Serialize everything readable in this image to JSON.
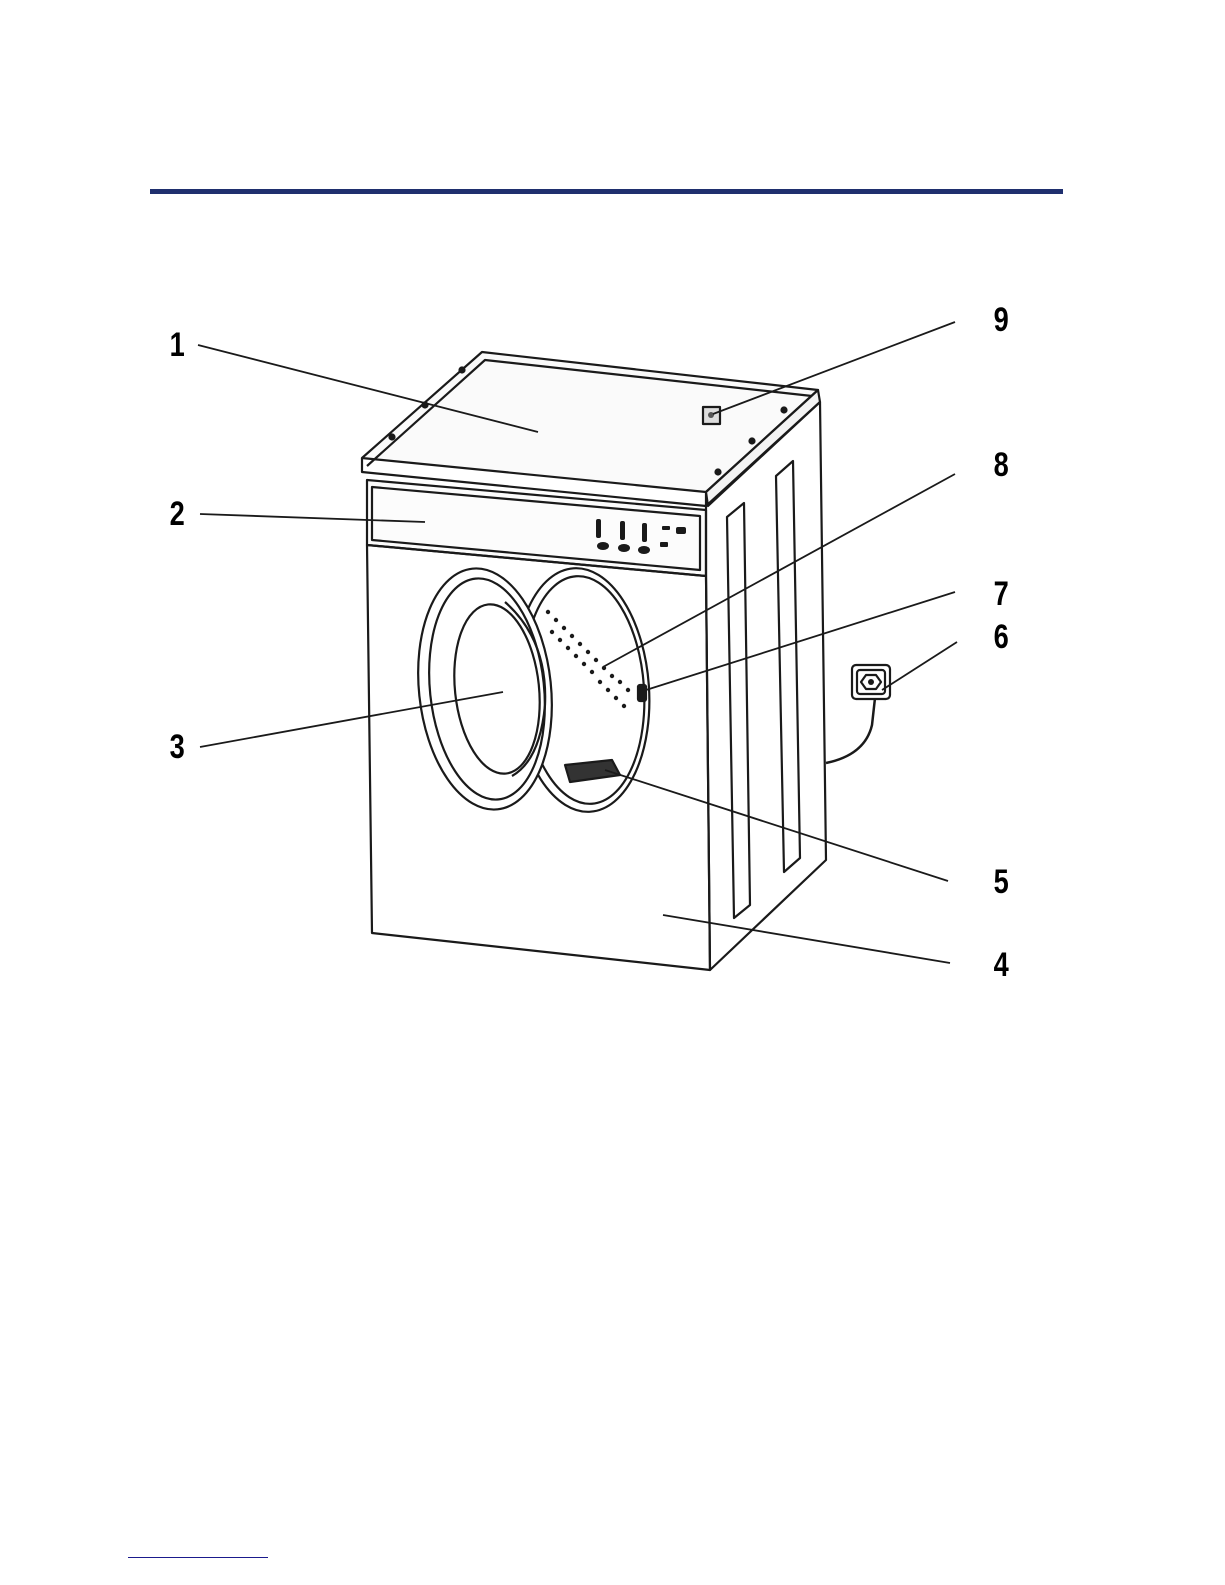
{
  "colors": {
    "header_rule": "#1f2f6e",
    "line": "#1a1a1a",
    "background": "#ffffff"
  },
  "diagram": {
    "subject": "front-loading appliance with numbered parts",
    "callouts": [
      {
        "id": "1",
        "label": "1"
      },
      {
        "id": "2",
        "label": "2"
      },
      {
        "id": "3",
        "label": "3"
      },
      {
        "id": "4",
        "label": "4"
      },
      {
        "id": "5",
        "label": "5"
      },
      {
        "id": "6",
        "label": "6"
      },
      {
        "id": "7",
        "label": "7"
      },
      {
        "id": "8",
        "label": "8"
      },
      {
        "id": "9",
        "label": "9"
      }
    ]
  }
}
